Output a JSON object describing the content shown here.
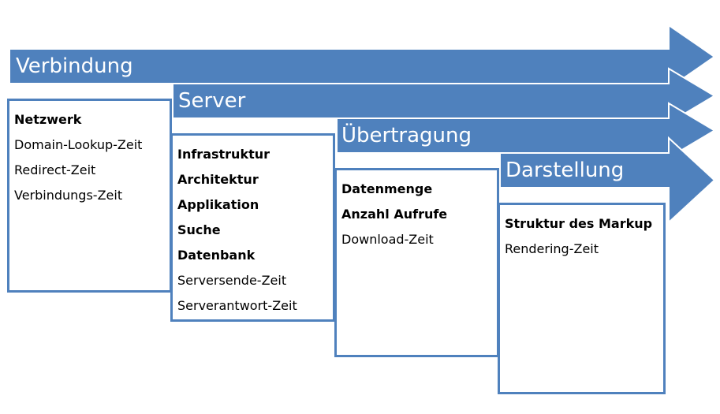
{
  "colors": {
    "arrow": "#4f81bd",
    "arrow_edge": "#ffffff",
    "panel_border": "#4f81bd"
  },
  "stages": [
    {
      "title": "Verbindung",
      "items": [
        {
          "text": "Netzwerk",
          "bold": true
        },
        {
          "text": "Domain-Lookup-Zeit",
          "bold": false
        },
        {
          "text": "Redirect-Zeit",
          "bold": false
        },
        {
          "text": "Verbindungs-Zeit",
          "bold": false
        }
      ]
    },
    {
      "title": "Server",
      "items": [
        {
          "text": "Infrastruktur",
          "bold": true
        },
        {
          "text": "Architektur",
          "bold": true
        },
        {
          "text": "Applikation",
          "bold": true
        },
        {
          "text": "Suche",
          "bold": true
        },
        {
          "text": "Datenbank",
          "bold": true
        },
        {
          "text": "Serversende-Zeit",
          "bold": false
        },
        {
          "text": "Serverantwort-Zeit",
          "bold": false
        }
      ]
    },
    {
      "title": "Übertragung",
      "items": [
        {
          "text": "Datenmenge",
          "bold": true
        },
        {
          "text": "Anzahl Aufrufe",
          "bold": true
        },
        {
          "text": "Download-Zeit",
          "bold": false
        }
      ]
    },
    {
      "title": "Darstellung",
      "items": [
        {
          "text": "Struktur des Markup",
          "bold": true
        },
        {
          "text": "Rendering-Zeit",
          "bold": false
        }
      ]
    }
  ]
}
